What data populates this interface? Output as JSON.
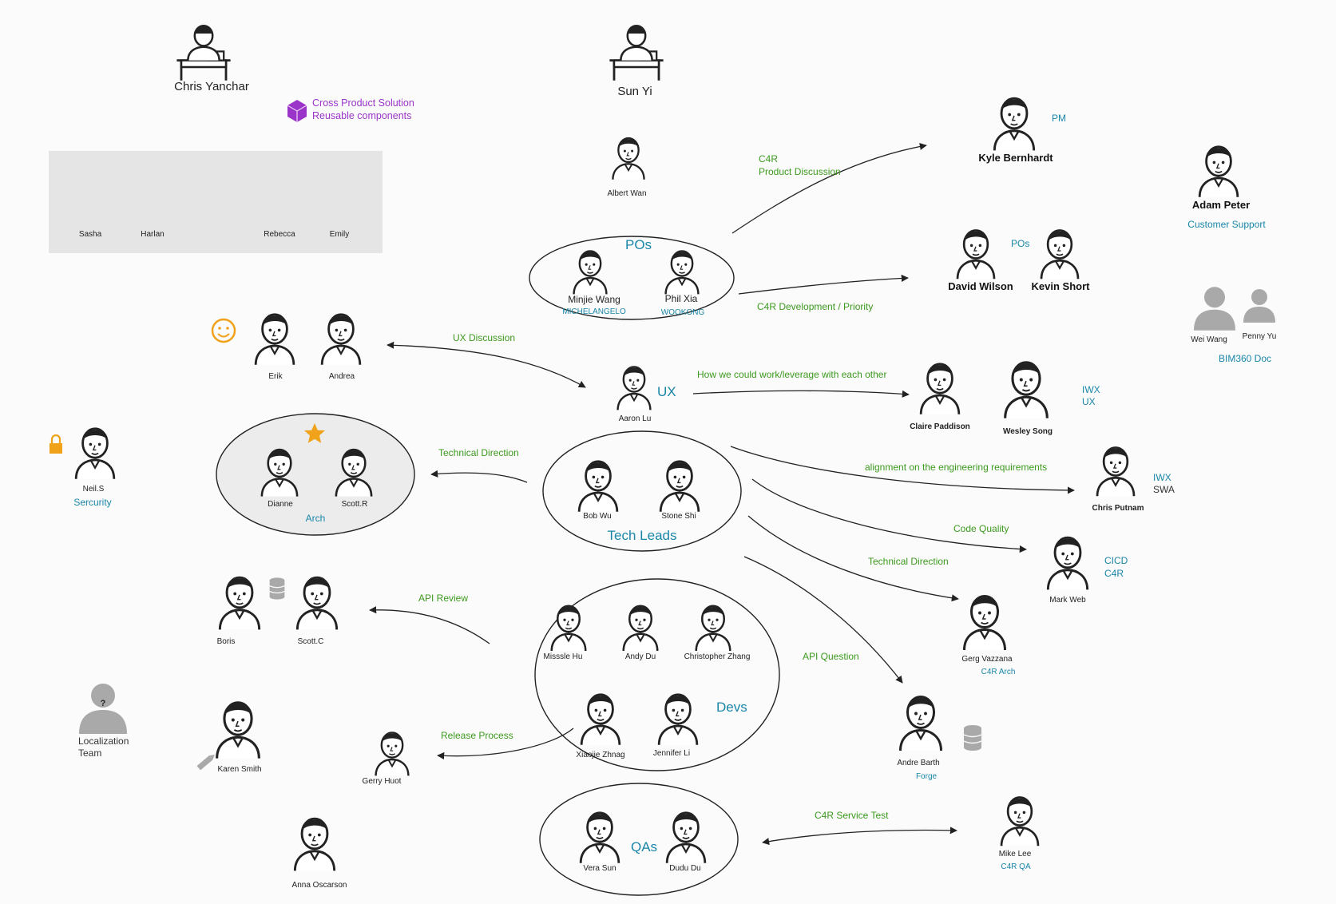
{
  "top": {
    "chris_yanchar": "Chris Yanchar",
    "sun_yi": "Sun Yi",
    "cross_product_line1": "Cross Product Solution",
    "cross_product_line2": "Reusable components"
  },
  "box_people": [
    "Sasha",
    "Harlan",
    "Rebecca",
    "Emily"
  ],
  "albert_wan": "Albert Wan",
  "pos": {
    "title": "POs",
    "minjie": "Minjie Wang",
    "minjie_team": "MICHELANGELO",
    "phil": "Phil Xia",
    "phil_team": "WOOKONG"
  },
  "right": {
    "kyle": "Kyle Bernhardt",
    "pm": "PM",
    "adam": "Adam Peter",
    "customer_support": "Customer Support",
    "david": "David Wilson",
    "kevin": "Kevin Short",
    "pos_label": "POs",
    "wei_wang": "Wei Wang",
    "penny_yu": "Penny Yu",
    "bim360": "BIM360 Doc",
    "claire": "Claire Paddison",
    "wesley": "Wesley Song",
    "iwx_ux_1": "IWX",
    "iwx_ux_2": "UX",
    "chris_putnam": "Chris Putnam",
    "iwx_swa_1": "IWX",
    "iwx_swa_2": "SWA",
    "mark_web": "Mark Web",
    "cicd_1": "CICD",
    "cicd_2": "C4R",
    "gerg": "Gerg Vazzana",
    "c4r_arch": "C4R Arch",
    "andre": "Andre Barth",
    "forge": "Forge",
    "mike": "Mike Lee",
    "c4r_qa": "C4R QA"
  },
  "ux": {
    "erik": "Erik",
    "andrea": "Andrea",
    "aaron": "Aaron Lu",
    "label": "UX"
  },
  "security": {
    "neil": "Neil.S",
    "label": "Sercurity"
  },
  "arch": {
    "dianne": "Dianne",
    "scott_r": "Scott.R",
    "label": "Arch"
  },
  "tech_leads": {
    "bob": "Bob Wu",
    "stone": "Stone Shi",
    "label": "Tech Leads"
  },
  "api": {
    "boris": "Boris",
    "scott_c": "Scott.C"
  },
  "devs": {
    "missle": "Misssle Hu",
    "andy": "Andy Du",
    "christopher": "Christopher Zhang",
    "xiaojie": "Xiaojie Zhnag",
    "jennifer": "Jennifer Li",
    "label": "Devs"
  },
  "localization": {
    "line1": "Localization",
    "line2": "Team"
  },
  "karen": "Karen Smith",
  "gerry": "Gerry Huot",
  "anna": "Anna Oscarson",
  "qas": {
    "vera": "Vera Sun",
    "dudu": "Dudu Du",
    "label": "QAs"
  },
  "edges": {
    "c4r_1": "C4R",
    "c4r_2": "Product Discussion",
    "c4r_dev": "C4R Development / Priority",
    "ux_discussion": "UX Discussion",
    "how_we": "How we could work/leverage with each other",
    "tech_dir_left": "Technical Direction",
    "alignment": "alignment on the engineering requirements",
    "code_quality": "Code Quality",
    "tech_dir_right": "Technical Direction",
    "api_review": "API Review",
    "api_question": "API Question",
    "release_process": "Release Process",
    "service_test": "C4R Service Test"
  },
  "colors": {
    "edge_label": "#3c9a1e",
    "role_label": "#1a86a8",
    "cross_product": "#9b34c9",
    "accent_orange": "#f0a21a",
    "silhouette": "#a9a9a9"
  }
}
